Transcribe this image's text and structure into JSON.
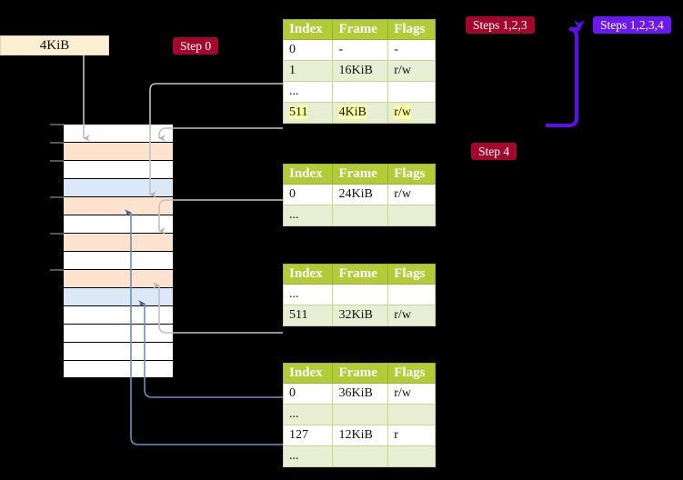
{
  "diagram": {
    "title_badges": {
      "step0": "Step 0",
      "step4": "Step 4",
      "steps123": "Steps 1,2,3",
      "steps1234": "Steps 1,2,3,4"
    },
    "memory_label": "4KiB",
    "colors": {
      "badge_red": "#a4072b",
      "badge_purple": "#6a1af0",
      "table_header": "#b2cc38",
      "table_alt_row": "#e7eed3",
      "highlight": "#ffffa0",
      "memory_peach": "#fde3cd",
      "memory_blue": "#dbe8f7",
      "memory_white": "#ffffff",
      "kib_box": "#fcefd2",
      "gray_arrow": "#b3b3b3",
      "blue_arrow": "#6a8fc0"
    }
  },
  "memory_column": {
    "rows": [
      {
        "index": 0,
        "fill": "white"
      },
      {
        "index": 1,
        "fill": "peach"
      },
      {
        "index": 2,
        "fill": "white"
      },
      {
        "index": 3,
        "fill": "blue"
      },
      {
        "index": 4,
        "fill": "peach"
      },
      {
        "index": 5,
        "fill": "white"
      },
      {
        "index": 6,
        "fill": "peach"
      },
      {
        "index": 7,
        "fill": "white"
      },
      {
        "index": 8,
        "fill": "peach"
      },
      {
        "index": 9,
        "fill": "blue"
      },
      {
        "index": 10,
        "fill": "white"
      },
      {
        "index": 11,
        "fill": "white"
      },
      {
        "index": 12,
        "fill": "white"
      },
      {
        "index": 13,
        "fill": "white"
      }
    ],
    "tick_rows": [
      0,
      1,
      2,
      4,
      6,
      8
    ]
  },
  "tables": [
    {
      "id": "table-1",
      "headers": [
        "Index",
        "Frame",
        "Flags"
      ],
      "rows": [
        {
          "cells": [
            "0",
            "-",
            "-"
          ],
          "alt": false,
          "highlight": false
        },
        {
          "cells": [
            "1",
            "16KiB",
            "r/w"
          ],
          "alt": true,
          "highlight": false
        },
        {
          "cells": [
            "...",
            "",
            ""
          ],
          "alt": false,
          "highlight": false
        },
        {
          "cells": [
            "511",
            "4KiB",
            "r/w"
          ],
          "alt": true,
          "highlight": true
        }
      ]
    },
    {
      "id": "table-2",
      "headers": [
        "Index",
        "Frame",
        "Flags"
      ],
      "rows": [
        {
          "cells": [
            "0",
            "24KiB",
            "r/w"
          ],
          "alt": false,
          "highlight": false
        },
        {
          "cells": [
            "...",
            "",
            ""
          ],
          "alt": true,
          "highlight": false
        }
      ]
    },
    {
      "id": "table-3",
      "headers": [
        "Index",
        "Frame",
        "Flags"
      ],
      "rows": [
        {
          "cells": [
            "...",
            "",
            ""
          ],
          "alt": false,
          "highlight": false
        },
        {
          "cells": [
            "511",
            "32KiB",
            "r/w"
          ],
          "alt": true,
          "highlight": false
        }
      ]
    },
    {
      "id": "table-4",
      "headers": [
        "Index",
        "Frame",
        "Flags"
      ],
      "rows": [
        {
          "cells": [
            "0",
            "36KiB",
            "r/w"
          ],
          "alt": false,
          "highlight": false
        },
        {
          "cells": [
            "...",
            "",
            ""
          ],
          "alt": true,
          "highlight": false
        },
        {
          "cells": [
            "127",
            "12KiB",
            "r"
          ],
          "alt": false,
          "highlight": false
        },
        {
          "cells": [
            "...",
            "",
            ""
          ],
          "alt": true,
          "highlight": false
        }
      ]
    }
  ]
}
